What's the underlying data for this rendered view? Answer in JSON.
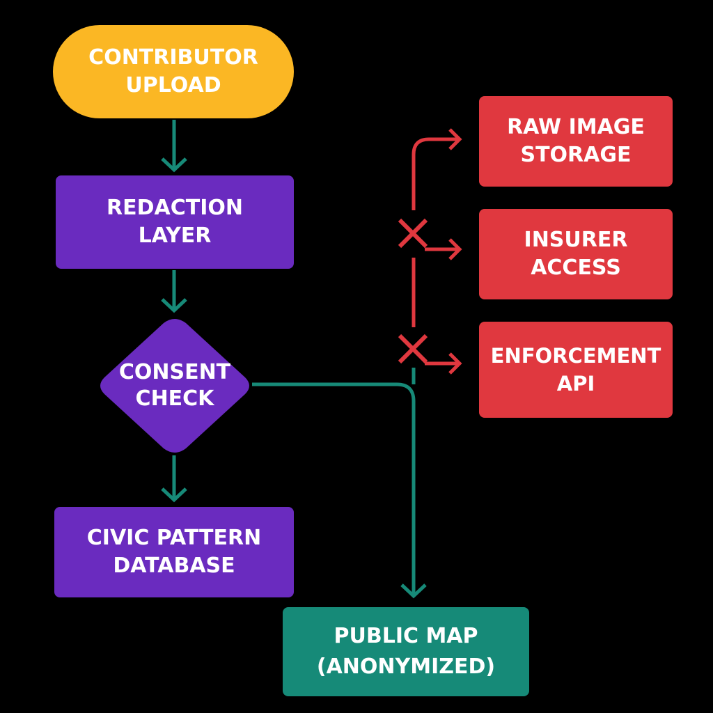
{
  "colors": {
    "background": "#000000",
    "start_node": "#fbb724",
    "process_node": "#6a2bbf",
    "blocked_node": "#e0383f",
    "output_node": "#168a78",
    "allowed_link": "#178a78",
    "blocked_link": "#e0383f"
  },
  "nodes": {
    "contributor_upload": {
      "label": "CONTRIBUTOR\nUPLOAD",
      "shape": "pill"
    },
    "redaction_layer": {
      "label": "REDACTION\nLAYER",
      "shape": "rectangle"
    },
    "consent_check": {
      "label": "CONSENT\nCHECK",
      "shape": "diamond"
    },
    "civic_pattern_database": {
      "label": "CIVIC PATTERN\nDATABASE",
      "shape": "rectangle"
    },
    "public_map": {
      "label": "PUBLIC MAP\n(ANONYMIZED)",
      "shape": "rectangle"
    },
    "raw_image_storage": {
      "label": "RAW IMAGE\nSTORAGE",
      "shape": "rectangle"
    },
    "insurer_access": {
      "label": "INSURER\nACCESS",
      "shape": "rectangle"
    },
    "enforcement_api": {
      "label": "ENFORCEMENT\nAPI",
      "shape": "rectangle"
    }
  },
  "edges": [
    {
      "from": "contributor_upload",
      "to": "redaction_layer",
      "status": "allowed"
    },
    {
      "from": "redaction_layer",
      "to": "consent_check",
      "status": "allowed"
    },
    {
      "from": "consent_check",
      "to": "civic_pattern_database",
      "status": "allowed"
    },
    {
      "from": "consent_check",
      "to": "public_map",
      "status": "allowed"
    },
    {
      "from": "consent_check",
      "to": "raw_image_storage",
      "status": "blocked"
    },
    {
      "from": "consent_check",
      "to": "insurer_access",
      "status": "blocked",
      "marker": "x"
    },
    {
      "from": "consent_check",
      "to": "enforcement_api",
      "status": "blocked",
      "marker": "x"
    }
  ]
}
